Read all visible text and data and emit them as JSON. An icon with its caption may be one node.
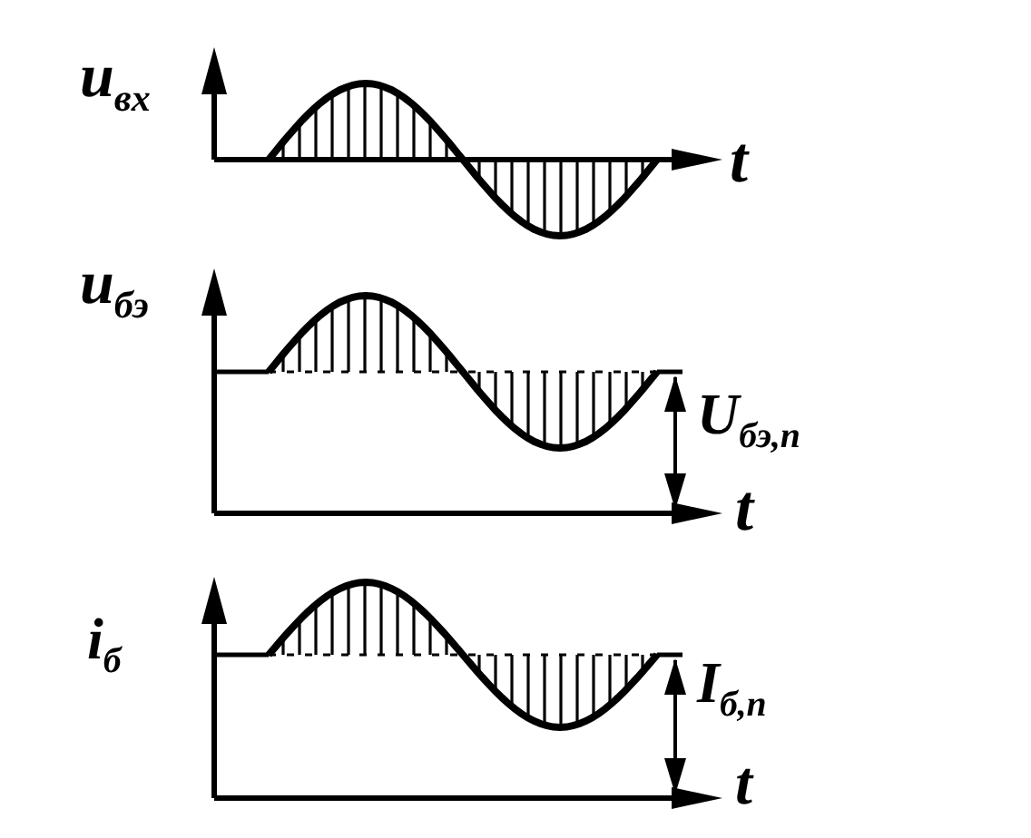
{
  "diagram": {
    "labels": [
      "u$_{вх}$",
      "t",
      "u$_{бэ}$",
      "U$_{бэ,п}$",
      "t",
      "i$_{б}$",
      "I$_{б,п}$",
      "t"
    ]
  }
}
